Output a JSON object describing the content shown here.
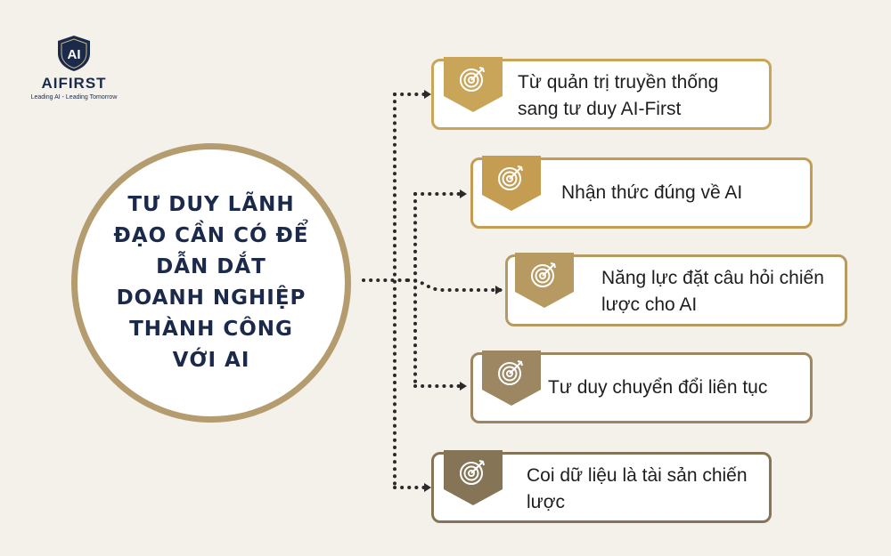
{
  "logo": {
    "brand": "AIFIRST",
    "mark": "AI",
    "tagline": "Leading AI - Leading Tomorrow"
  },
  "center": {
    "title": "TƯ DUY LÃNH ĐẠO CẦN CÓ ĐỂ DẪN DẮT DOANH NGHIỆP THÀNH CÔNG VỚI AI"
  },
  "items": [
    {
      "label": "Từ quản trị truyền thống sang tư duy AI-First",
      "icon": "target-icon",
      "color": "#c9a55a"
    },
    {
      "label": "Nhận thức đúng về AI",
      "icon": "target-icon",
      "color": "#c49c52"
    },
    {
      "label": "Năng lực đặt câu hỏi chiến lược cho AI",
      "icon": "target-icon",
      "color": "#b79a62"
    },
    {
      "label": "Tư duy chuyển đổi liên tục",
      "icon": "target-icon",
      "color": "#9d8762"
    },
    {
      "label": "Coi dữ liệu là tài sản chiến lược",
      "icon": "target-icon",
      "color": "#857556"
    }
  ],
  "colors": {
    "background": "#f4f1eb",
    "navy": "#1b2a4a",
    "circle_border": "#b49c6f",
    "connector": "#2a2a2a"
  }
}
